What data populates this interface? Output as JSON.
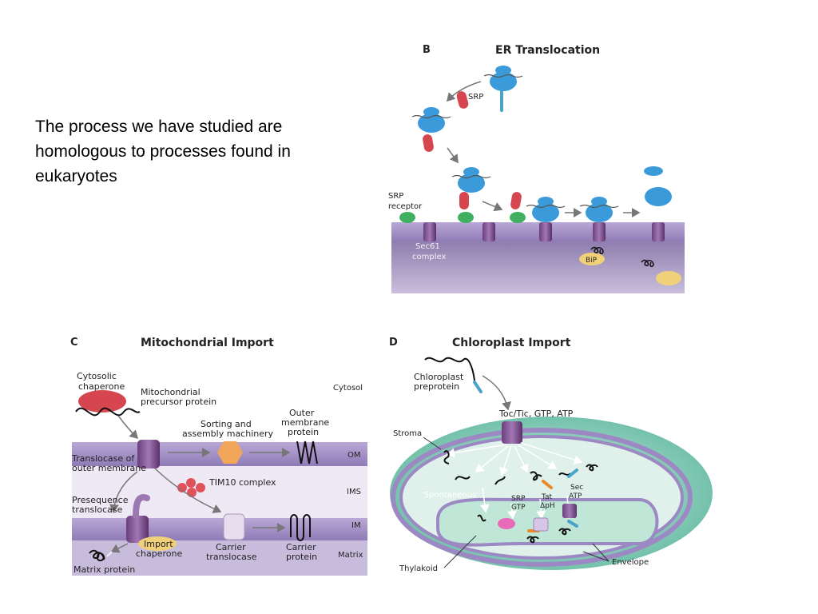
{
  "slide_text": "The process we have studied  are homologous to processes found in eukaryotes",
  "panel_b": {
    "letter": "B",
    "title": "ER Translocation",
    "labels": {
      "srp": "SRP",
      "srp_receptor_1": "SRP",
      "srp_receptor_2": "receptor",
      "sec61_1": "Sec61",
      "sec61_2": "complex",
      "bip": "BiP"
    }
  },
  "panel_c": {
    "letter": "C",
    "title": "Mitochondrial Import",
    "labels": {
      "cytosolic_1": "Cytosolic",
      "cytosolic_2": "chaperone",
      "precursor_1": "Mitochondrial",
      "precursor_2": "precursor protein",
      "cytosol": "Cytosol",
      "sorting_1": "Sorting and",
      "sorting_2": "assembly machinery",
      "outer_1": "Outer",
      "outer_2": "membrane",
      "outer_3": "protein",
      "om": "OM",
      "tom_1": "Translocase of",
      "tom_2": "outer membrane",
      "tim10": "TIM10 complex",
      "ims": "IMS",
      "preseq_1": "Presequence",
      "preseq_2": "translocase",
      "im": "IM",
      "import_chap_1": "Import",
      "import_chap_2": "chaperone",
      "carrier_trans_1": "Carrier",
      "carrier_trans_2": "translocase",
      "carrier_prot_1": "Carrier",
      "carrier_prot_2": "protein",
      "matrix": "Matrix",
      "matrix_protein": "Matrix protein"
    }
  },
  "panel_d": {
    "letter": "D",
    "title": "Chloroplast Import",
    "labels": {
      "preprotein_1": "Chloroplast",
      "preprotein_2": "preprotein",
      "toctic": "Toc/Tic, GTP, ATP",
      "stroma": "Stroma",
      "spontaneous": "'Spontaneous'",
      "srp_1": "SRP",
      "srp_2": "GTP",
      "tat_1": "Tat",
      "tat_2": "ΔpH",
      "sec_1": "Sec",
      "sec_2": "ATP",
      "thylakoid": "Thylakoid",
      "envelope": "Envelope"
    }
  }
}
